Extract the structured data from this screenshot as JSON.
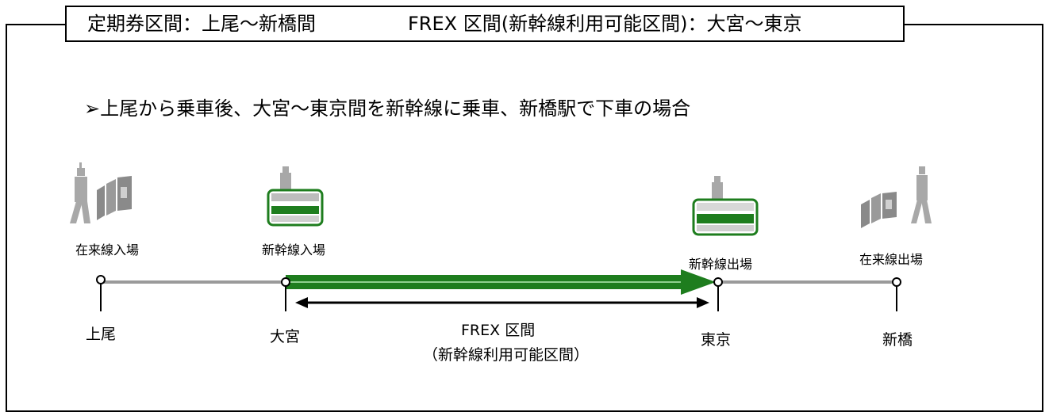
{
  "header": {
    "left": "定期券区間：上尾～新橋間",
    "right": "FREX 区間(新幹線利用可能区間)：大宮～東京"
  },
  "scenario": "➢上尾から乗車後、大宮～東京間を新幹線に乗車、新橋駅で下車の場合",
  "stations": [
    {
      "name": "上尾",
      "action": "在来線入場"
    },
    {
      "name": "大宮",
      "action": "新幹線入場"
    },
    {
      "name": "東京",
      "action": "新幹線出場"
    },
    {
      "name": "新橋",
      "action": "在来線出場"
    }
  ],
  "frex_label": "FREX 区間",
  "frex_sublabel": "（新幹線利用可能区間）",
  "colors": {
    "shinkansen": "#1e7d1e",
    "conventional_line": "#9a9a9a",
    "person": "#a8a8a8",
    "gate": "#9a9a9a"
  }
}
